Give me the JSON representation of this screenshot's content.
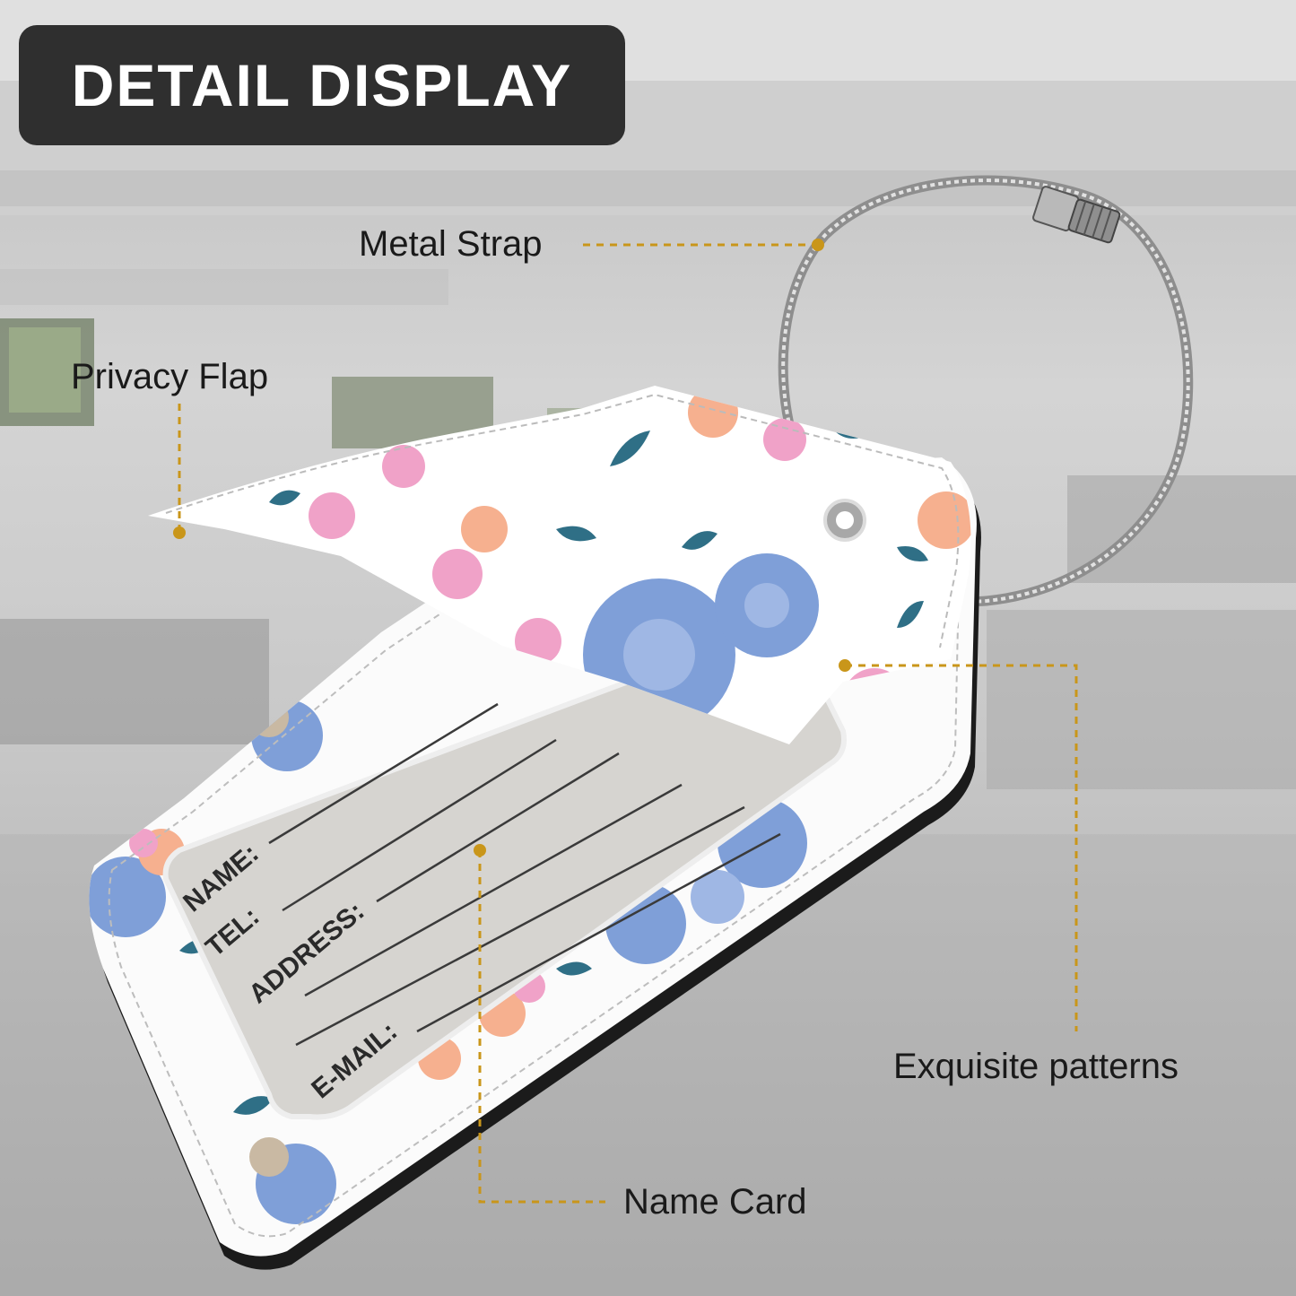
{
  "header": {
    "title": "DETAIL DISPLAY"
  },
  "callouts": {
    "metal_strap": "Metal Strap",
    "privacy_flap": "Privacy Flap",
    "exquisite_patterns": "Exquisite patterns",
    "name_card": "Name Card"
  },
  "name_card": {
    "fields": [
      "NAME:",
      "TEL:",
      "ADDRESS:",
      "E-MAIL:"
    ]
  },
  "colors": {
    "badge": "#2f2f2f",
    "leader_line": "#c9961a",
    "flower_blue": "#7f9fd8",
    "flower_pink": "#f0a2c8",
    "flower_peach": "#f6b08f",
    "leaf": "#2f6f86"
  }
}
